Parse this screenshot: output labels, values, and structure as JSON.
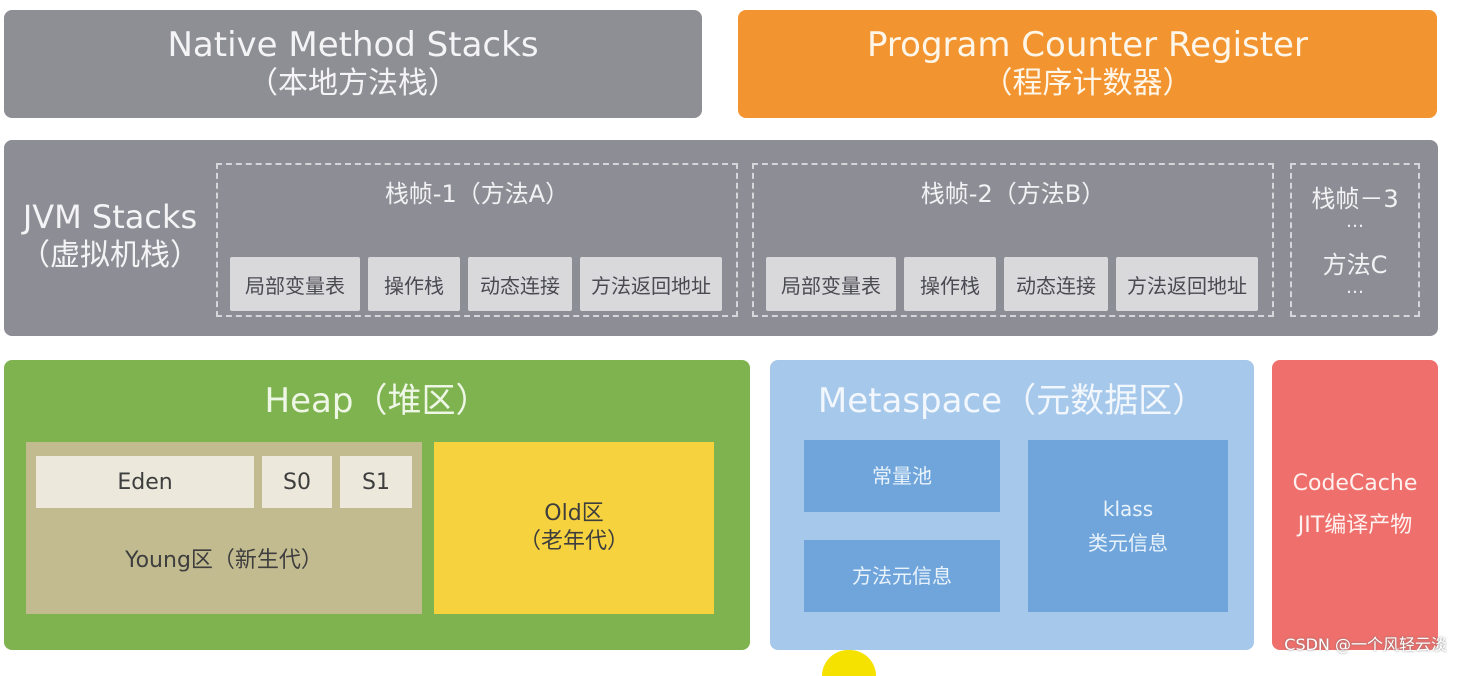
{
  "native": {
    "title": "Native Method Stacks",
    "subtitle": "（本地方法栈）",
    "color": "#8e8e95"
  },
  "pc": {
    "title": "Program Counter Register",
    "subtitle": "（程序计数器）",
    "color": "#f29530"
  },
  "jvm": {
    "title": "JVM Stacks",
    "subtitle": "（虚拟机栈）",
    "frames": [
      {
        "title": "栈帧-1（方法A）",
        "items": [
          "局部变量表",
          "操作栈",
          "动态连接",
          "方法返回地址"
        ]
      },
      {
        "title": "栈帧-2（方法B）",
        "items": [
          "局部变量表",
          "操作栈",
          "动态连接",
          "方法返回地址"
        ]
      }
    ],
    "frame3": {
      "title": "栈帧－3",
      "dots_top": "…",
      "method": "方法C",
      "dots_bottom": "…"
    }
  },
  "heap": {
    "title": "Heap（堆区）",
    "young": {
      "eden": "Eden",
      "s0": "S0",
      "s1": "S1",
      "label": "Young区（新生代）"
    },
    "old": {
      "line1": "Old区",
      "line2": "（老年代）"
    },
    "color": "#7fb34f"
  },
  "metaspace": {
    "title": "Metaspace（元数据区）",
    "constant_pool": "常量池",
    "method_meta": "方法元信息",
    "klass": "klass",
    "class_meta": "类元信息"
  },
  "codecache": {
    "line1": "CodeCache",
    "line2": "JIT编译产物",
    "color": "#ee6f6b"
  },
  "watermark": "CSDN @一个风轻云淡"
}
